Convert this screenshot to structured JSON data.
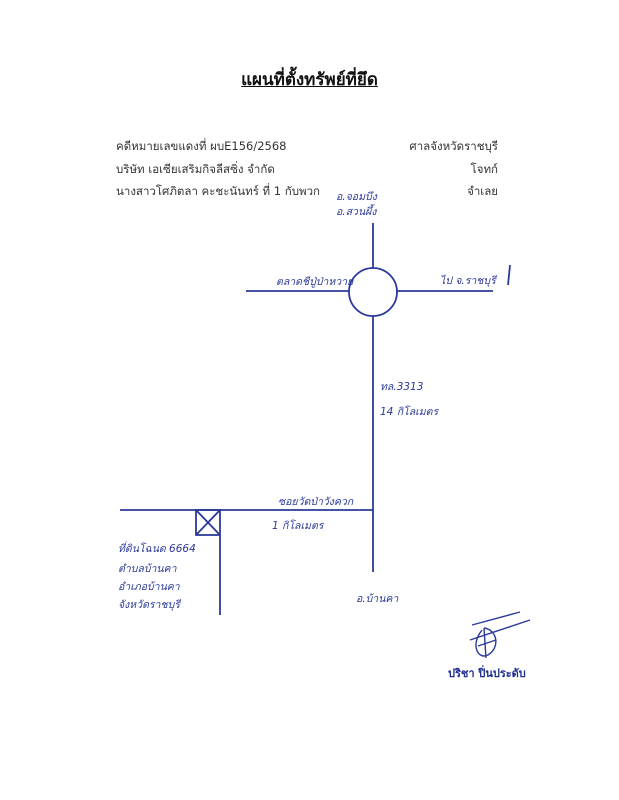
{
  "title": "แผนที่ตั้งทรัพย์ที่ยึด",
  "case_info": {
    "case_number": "คดีหมายเลขแดงที่ ผบE156/2568",
    "plaintiff": "บริษัท เอเซียเสริมกิจลีสซิ่ง จำกัด",
    "defendant": "นางสาวโศภิตลา คะชะนันทร์ ที่ 1 กับพวก",
    "court": "ศาลจังหวัดราชบุรี",
    "plaintiff_role": "โจทก์",
    "defendant_role": "จำเลย"
  },
  "map_labels": {
    "north_1": "อ.จอมบึง",
    "north_2": "อ.สวนผึ้ง",
    "west": "ตลาดชีปู่ป่าหวาย",
    "east": "ไป จ.ราชบุรี",
    "highway": "ทล.3313",
    "highway_distance": "14 กิโลเมตร",
    "soi": "ซอยวัดป่าวังควก",
    "soi_distance": "1 กิโลเมตร",
    "south": "อ.บ้านคา",
    "property_1": "ที่ดินโฉนด 6664",
    "property_2": "ตำบลบ้านคา",
    "property_3": "อำเภอบ้านคา",
    "property_4": "จังหวัดราชบุรี"
  },
  "signature": {
    "name": "ปริชา ปิ่นประดับ"
  },
  "colors": {
    "ink": "#2b3a9a",
    "text": "#333333"
  }
}
